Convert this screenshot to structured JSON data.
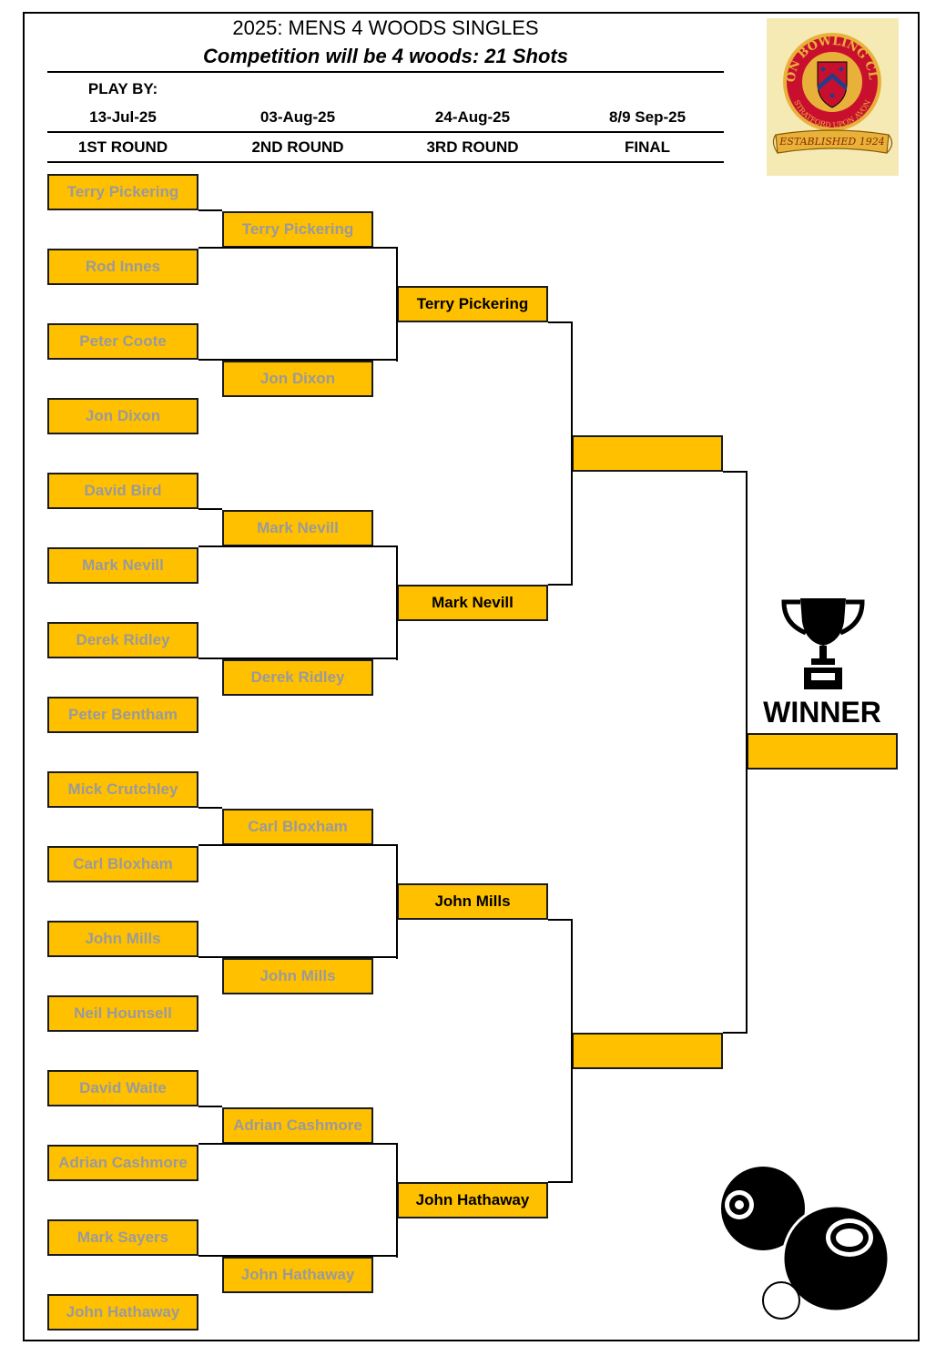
{
  "header": {
    "title": "2025: MENS 4 WOODS SINGLES",
    "subtitle": "Competition will be 4 woods: 21 Shots",
    "play_by": "PLAY BY:"
  },
  "rounds": [
    {
      "date": "13-Jul-25",
      "name": "1ST ROUND"
    },
    {
      "date": "03-Aug-25",
      "name": "2ND ROUND"
    },
    {
      "date": "24-Aug-25",
      "name": "3RD ROUND"
    },
    {
      "date": "8/9 Sep-25",
      "name": "FINAL"
    }
  ],
  "round1": [
    "Terry Pickering",
    "Rod Innes",
    "Peter Coote",
    "Jon Dixon",
    "David Bird",
    "Mark Nevill",
    "Derek Ridley",
    "Peter Bentham",
    "Mick Crutchley",
    "Carl Bloxham",
    "John Mills",
    "Neil Hounsell",
    "David Waite",
    "Adrian Cashmore",
    "Mark Sayers",
    "John Hathaway"
  ],
  "round2": [
    "Terry Pickering",
    "Jon Dixon",
    "Mark Nevill",
    "Derek Ridley",
    "Carl Bloxham",
    "John Mills",
    "Adrian Cashmore",
    "John Hathaway"
  ],
  "round3": [
    "Terry Pickering",
    "Mark Nevill",
    "John Mills",
    "John Hathaway"
  ],
  "final": [
    "",
    ""
  ],
  "winner": {
    "label": "WINNER",
    "name": ""
  },
  "logo": {
    "ring_text": "AVON BOWLING CLUB",
    "town": "STRATFORD UPON AVON",
    "banner": "ESTABLISHED 1924",
    "colors": {
      "ring": "#C8102E",
      "gold": "#E8B23A",
      "shield": "#1F3E8C",
      "background": "#F6EAB4"
    }
  },
  "colors": {
    "box": "#FFC000",
    "eliminated_text": "#9a9a9a",
    "advanced_text": "#000000"
  },
  "icons": {
    "trophy": "trophy-icon",
    "bowls": "bowls-icon"
  }
}
